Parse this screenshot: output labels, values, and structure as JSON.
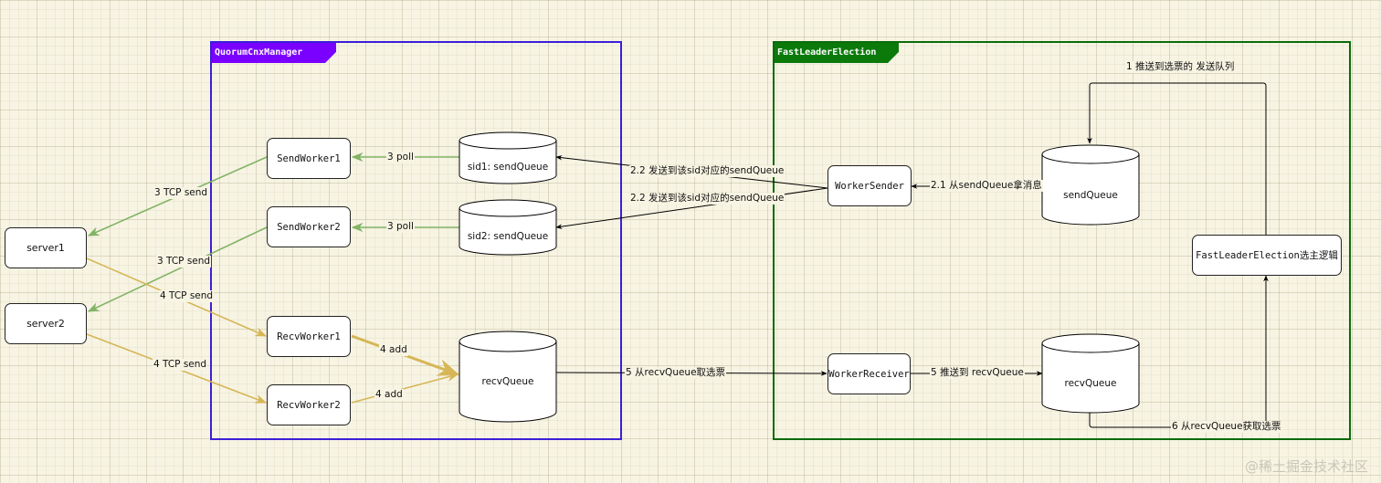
{
  "colors": {
    "green_edge": "#82b366",
    "gold_edge": "#d6b656",
    "black_edge": "#000000",
    "qcm_frame": "#3b1fd6",
    "qcm_tab": "#7a00ff",
    "fle_frame": "#0b6b0b",
    "fle_tab": "#0b7a0b"
  },
  "frames": {
    "qcm_title": "QuorumCnxManager",
    "fle_title": "FastLeaderElection"
  },
  "nodes": {
    "server1": "server1",
    "server2": "server2",
    "send_worker1": "SendWorker1",
    "send_worker2": "SendWorker2",
    "recv_worker1": "RecvWorker1",
    "recv_worker2": "RecvWorker2",
    "qcm_send_queue1": "sid1:  sendQueue",
    "qcm_send_queue2": "sid2:  sendQueue",
    "qcm_recv_queue": "recvQueue",
    "worker_sender": "WorkerSender",
    "worker_receiver": "WorkerReceiver",
    "fle_send_queue": "sendQueue",
    "fle_recv_queue": "recvQueue",
    "fle_logic": "FastLeaderElection选主逻辑"
  },
  "edges": {
    "tcp_send_1": "3 TCP send",
    "tcp_send_2": "3 TCP send",
    "tcp_recv_1": "4 TCP send",
    "tcp_recv_2": "4 TCP send",
    "poll_1": "3 poll",
    "poll_2": "3 poll",
    "add_1": "4 add",
    "add_2": "4 add",
    "dispatch_1": "2.2 发送到该sid对应的sendQueue",
    "dispatch_2": "2.2 发送到该sid对应的sendQueue",
    "take_msg": "2.1 从sendQueue拿消息",
    "take_vote": "5 从recvQueue取选票",
    "push_recv": "5 推送到 recvQueue",
    "get_vote": "6 从recvQueue获取选票",
    "push_send": "1 推送到选票的 发送队列"
  },
  "watermark": "@稀土掘金技术社区"
}
